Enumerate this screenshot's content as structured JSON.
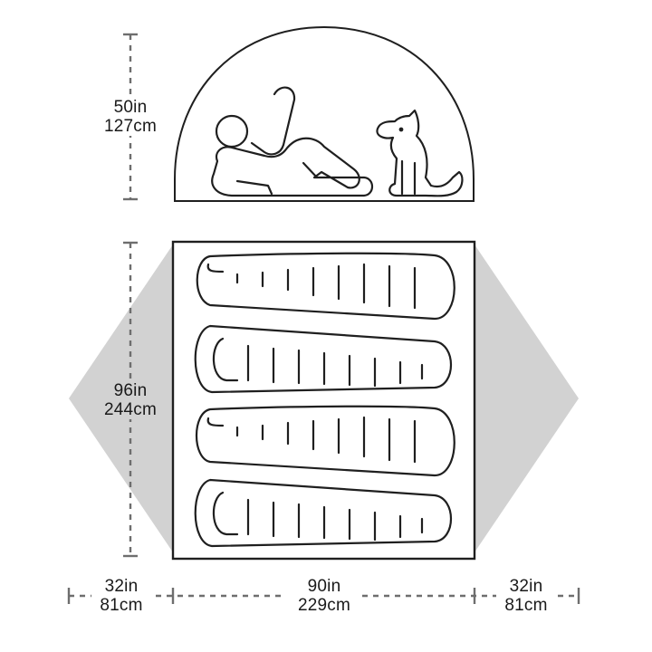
{
  "colors": {
    "outline": "#1f1f1f",
    "vestibule_fill": "#d2d2d2",
    "floor_fill": "#ffffff",
    "dimension_line": "#6e6e6e",
    "text": "#1a1a1a"
  },
  "dimensions": {
    "peak_height": {
      "imperial": "50in",
      "metric": "127cm"
    },
    "floor_length": {
      "imperial": "96in",
      "metric": "244cm"
    },
    "vestibule_left": {
      "imperial": "32in",
      "metric": "81cm"
    },
    "floor_width": {
      "imperial": "90in",
      "metric": "229cm"
    },
    "vestibule_right": {
      "imperial": "32in",
      "metric": "81cm"
    }
  },
  "icons": {
    "person": "reclining-person-icon",
    "dog": "sitting-dog-icon",
    "sleeping_bag": "sleeping-bag-icon"
  },
  "sleeping_bag_count": 4
}
